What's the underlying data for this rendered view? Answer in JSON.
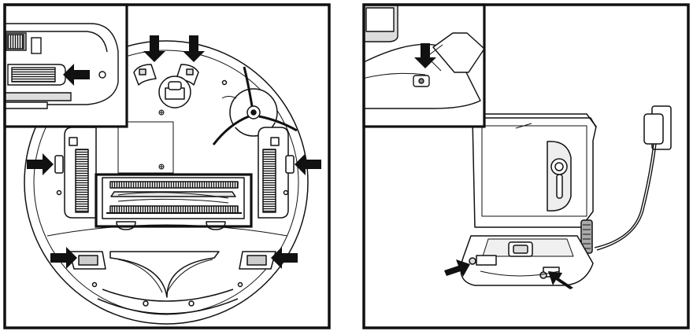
{
  "figure": {
    "panel_left": {
      "view": "robot-underside",
      "inset": "robot-side-wheel-closeup",
      "highlight": "brushroll-frame",
      "callout_arrows": 7
    },
    "panel_right": {
      "view": "self-empty-base-with-power-adapter",
      "inset": "base-sensor-closeup",
      "callout_arrows": 3
    },
    "base_logo_text": "",
    "colors": {
      "line": "#111111",
      "fill": "#ffffff",
      "shade": "#d9d9d9",
      "dark_shade": "#8a8a8a"
    }
  }
}
